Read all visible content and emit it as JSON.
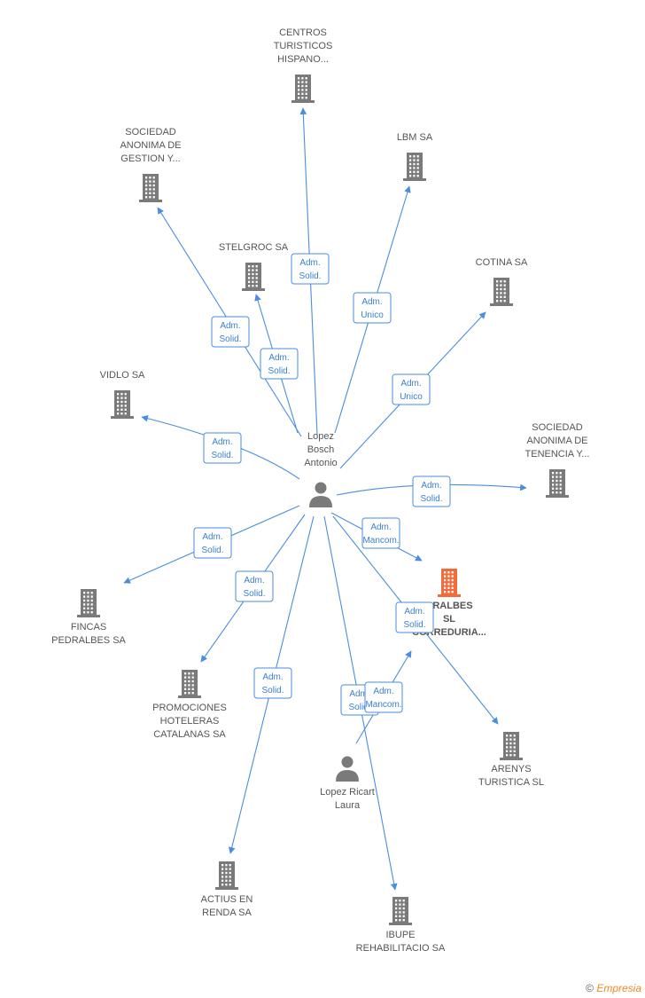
{
  "colors": {
    "edge": "#4a8ede",
    "icon": "#7a7a7a",
    "focus": "#f26b3a",
    "tag_text": "#3a7fd0"
  },
  "nodes": [
    {
      "id": "centros",
      "type": "company",
      "label": [
        "CENTROS",
        "TURISTICOS",
        "HISPANO..."
      ],
      "icon": "building-icon"
    },
    {
      "id": "sociedad_gestion",
      "type": "company",
      "label": [
        "SOCIEDAD",
        "ANONIMA DE",
        "GESTION Y..."
      ],
      "icon": "building-icon"
    },
    {
      "id": "lbm",
      "type": "company",
      "label": [
        "LBM SA"
      ],
      "icon": "building-icon"
    },
    {
      "id": "stelgroc",
      "type": "company",
      "label": [
        "STELGROC SA"
      ],
      "icon": "building-icon"
    },
    {
      "id": "cotina",
      "type": "company",
      "label": [
        "COTINA SA"
      ],
      "icon": "building-icon"
    },
    {
      "id": "vidlo",
      "type": "company",
      "label": [
        "VIDLO SA"
      ],
      "icon": "building-icon"
    },
    {
      "id": "lopez_bosch",
      "type": "person",
      "label": [
        "Lopez",
        "Bosch",
        "Antonio"
      ],
      "icon": "person-icon"
    },
    {
      "id": "sociedad_tenencia",
      "type": "company",
      "label": [
        "SOCIEDAD",
        "ANONIMA DE",
        "TENENCIA Y..."
      ],
      "icon": "building-icon"
    },
    {
      "id": "pedralbes_correduria",
      "type": "focus",
      "label": [
        "DRALBES",
        "SL",
        "CORREDURIA..."
      ],
      "icon": "building-icon"
    },
    {
      "id": "fincas",
      "type": "company",
      "label": [
        "FINCAS",
        "PEDRALBES SA"
      ],
      "icon": "building-icon"
    },
    {
      "id": "promociones",
      "type": "company",
      "label": [
        "PROMOCIONES",
        "HOTELERAS",
        "CATALANAS SA"
      ],
      "icon": "building-icon"
    },
    {
      "id": "arenys",
      "type": "company",
      "label": [
        "ARENYS",
        "TURISTICA SL"
      ],
      "icon": "building-icon"
    },
    {
      "id": "lopez_ricart",
      "type": "person",
      "label": [
        "Lopez Ricart",
        "Laura"
      ],
      "icon": "person-icon"
    },
    {
      "id": "actius",
      "type": "company",
      "label": [
        "ACTIUS EN",
        "RENDA SA"
      ],
      "icon": "building-icon"
    },
    {
      "id": "ibupe",
      "type": "company",
      "label": [
        "IBUPE",
        "REHABILITACIO SA"
      ],
      "icon": "building-icon"
    }
  ],
  "edges": [
    {
      "from": "lopez_bosch",
      "to": "centros",
      "tag": [
        "Adm.",
        "Solid."
      ]
    },
    {
      "from": "lopez_bosch",
      "to": "sociedad_gestion",
      "tag": [
        "Adm.",
        "Solid."
      ]
    },
    {
      "from": "lopez_bosch",
      "to": "stelgroc",
      "tag": [
        "Adm.",
        "Solid."
      ]
    },
    {
      "from": "lopez_bosch",
      "to": "lbm",
      "tag": [
        "Adm.",
        "Unico"
      ]
    },
    {
      "from": "lopez_bosch",
      "to": "cotina",
      "tag": [
        "Adm.",
        "Unico"
      ]
    },
    {
      "from": "lopez_bosch",
      "to": "vidlo",
      "tag": [
        "Adm.",
        "Solid."
      ]
    },
    {
      "from": "lopez_bosch",
      "to": "sociedad_tenencia",
      "tag": [
        "Adm.",
        "Solid."
      ]
    },
    {
      "from": "lopez_bosch",
      "to": "pedralbes_correduria",
      "tag": [
        "Adm.",
        "Mancom."
      ]
    },
    {
      "from": "lopez_bosch",
      "to": "fincas",
      "tag": [
        "Adm.",
        "Solid."
      ]
    },
    {
      "from": "lopez_bosch",
      "to": "promociones",
      "tag": [
        "Adm.",
        "Solid."
      ]
    },
    {
      "from": "lopez_bosch",
      "to": "arenys",
      "tag": [
        "Adm.",
        "Solid."
      ]
    },
    {
      "from": "lopez_bosch",
      "to": "actius",
      "tag": [
        "Adm.",
        "Solid."
      ]
    },
    {
      "from": "lopez_bosch",
      "to": "ibupe",
      "tag": [
        "Adm.",
        "Solid."
      ]
    },
    {
      "from": "lopez_ricart",
      "to": "pedralbes_correduria",
      "tag": [
        "Adm.",
        "Mancom."
      ]
    }
  ],
  "footer": {
    "copyright": "©",
    "brand": "Empresia"
  }
}
